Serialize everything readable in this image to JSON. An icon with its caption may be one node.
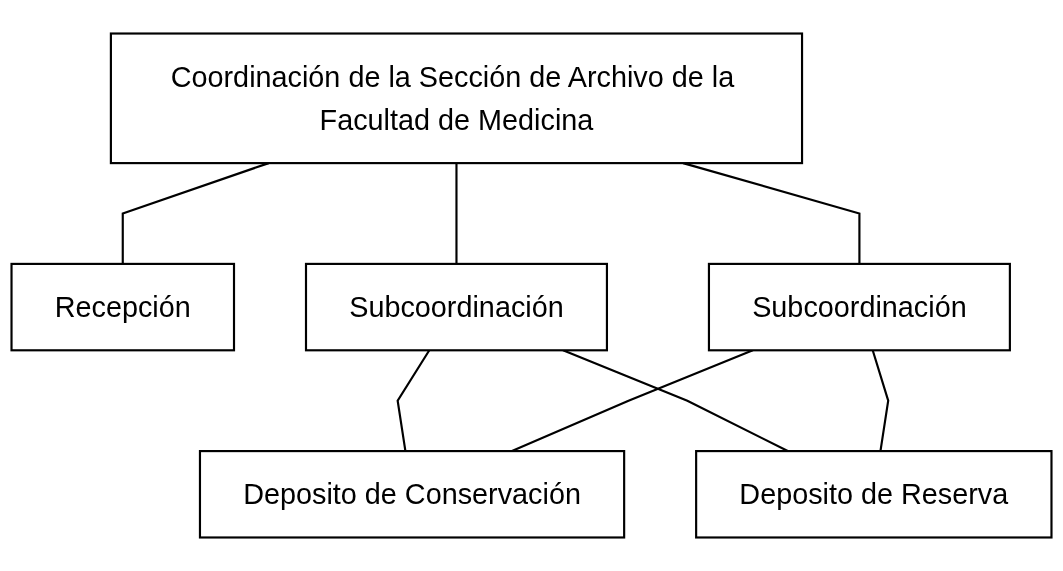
{
  "diagram": {
    "nodes": [
      {
        "text": [
          "Coordinación de la Sección de Archivo de la Facultad de Medicina"
        ]
      },
      {
        "text": [
          "Recepción"
        ]
      },
      {
        "text": [
          "Subcoordinación"
        ]
      },
      {
        "text": [
          "Subcoordinación"
        ]
      },
      {
        "text": [
          "Deposito de Conservación"
        ]
      },
      {
        "text": [
          "Deposito de Reserva"
        ]
      }
    ],
    "edges": [
      {
        "from": 0,
        "to": 1,
        "arrow": "none"
      },
      {
        "from": 0,
        "to": 2,
        "arrow": "none"
      },
      {
        "from": 0,
        "to": 3,
        "arrow": "none"
      },
      {
        "from": 2,
        "to": 4,
        "arrow": "none"
      },
      {
        "from": 2,
        "to": 5,
        "arrow": "none"
      },
      {
        "from": 3,
        "to": 4,
        "arrow": "none"
      },
      {
        "from": 3,
        "to": 5,
        "arrow": "none"
      }
    ]
  }
}
